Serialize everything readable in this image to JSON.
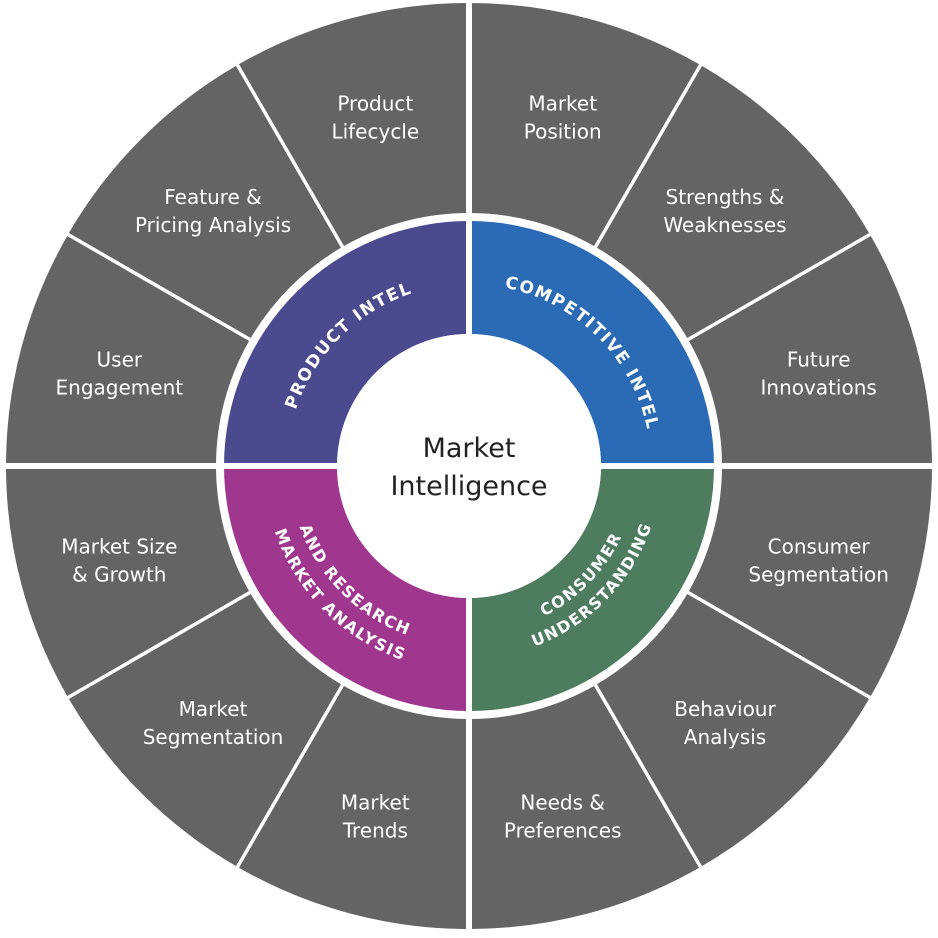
{
  "diagram": {
    "title_line1": "Market",
    "title_line2": "Intelligence",
    "colors": {
      "outer_segment": "#646464",
      "divider": "#ffffff",
      "center_fill": "#ffffff",
      "center_text": "#222222"
    },
    "quadrants": [
      {
        "id": "product-intel",
        "label_lines": [
          "PRODUCT INTEL"
        ],
        "color": "#4b4a8f",
        "items": [
          {
            "line1": "User",
            "line2": "Engagement"
          },
          {
            "line1": "Feature &",
            "line2": "Pricing Analysis"
          },
          {
            "line1": "Product",
            "line2": "Lifecycle"
          }
        ]
      },
      {
        "id": "competitive-intel",
        "label_lines": [
          "COMPETITIVE INTEL"
        ],
        "color": "#2b6ab5",
        "items": [
          {
            "line1": "Market",
            "line2": "Position"
          },
          {
            "line1": "Strengths &",
            "line2": "Weaknesses"
          },
          {
            "line1": "Future",
            "line2": "Innovations"
          }
        ]
      },
      {
        "id": "consumer-understanding",
        "label_lines": [
          "CONSUMER",
          "UNDERSTANDING"
        ],
        "color": "#4e7c5f",
        "items": [
          {
            "line1": "Consumer",
            "line2": "Segmentation"
          },
          {
            "line1": "Behaviour",
            "line2": "Analysis"
          },
          {
            "line1": "Needs &",
            "line2": "Preferences"
          }
        ]
      },
      {
        "id": "market-analysis-and-research",
        "label_lines": [
          "MARKET ANALYSIS",
          "AND RESEARCH"
        ],
        "color": "#a0378e",
        "items": [
          {
            "line1": "Market",
            "line2": "Trends"
          },
          {
            "line1": "Market",
            "line2": "Segmentation"
          },
          {
            "line1": "Market Size",
            "line2": "& Growth"
          }
        ]
      }
    ]
  }
}
